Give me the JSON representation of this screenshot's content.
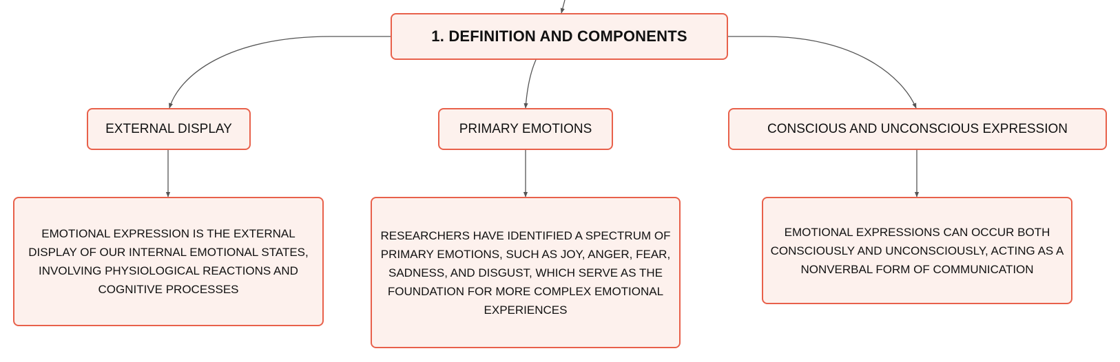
{
  "root": {
    "label": "1. DEFINITION AND COMPONENTS"
  },
  "topics": [
    {
      "label": "EXTERNAL DISPLAY",
      "detail": "EMOTIONAL EXPRESSION IS THE EXTERNAL DISPLAY OF OUR INTERNAL EMOTIONAL STATES, INVOLVING PHYSIOLOGICAL REACTIONS AND COGNITIVE PROCESSES"
    },
    {
      "label": "PRIMARY EMOTIONS",
      "detail": "RESEARCHERS HAVE IDENTIFIED A SPECTRUM OF PRIMARY EMOTIONS, SUCH AS JOY, ANGER, FEAR, SADNESS, AND DISGUST, WHICH SERVE AS THE FOUNDATION FOR MORE COMPLEX EMOTIONAL EXPERIENCES"
    },
    {
      "label": "CONSCIOUS AND UNCONSCIOUS EXPRESSION",
      "detail": "EMOTIONAL EXPRESSIONS CAN OCCUR BOTH CONSCIOUSLY AND UNCONSCIOUSLY, ACTING AS A NONVERBAL FORM OF COMMUNICATION"
    }
  ],
  "colors": {
    "node_border": "#e8604a",
    "node_fill": "#fdf1ed",
    "connector": "#555555",
    "text": "#111111"
  }
}
